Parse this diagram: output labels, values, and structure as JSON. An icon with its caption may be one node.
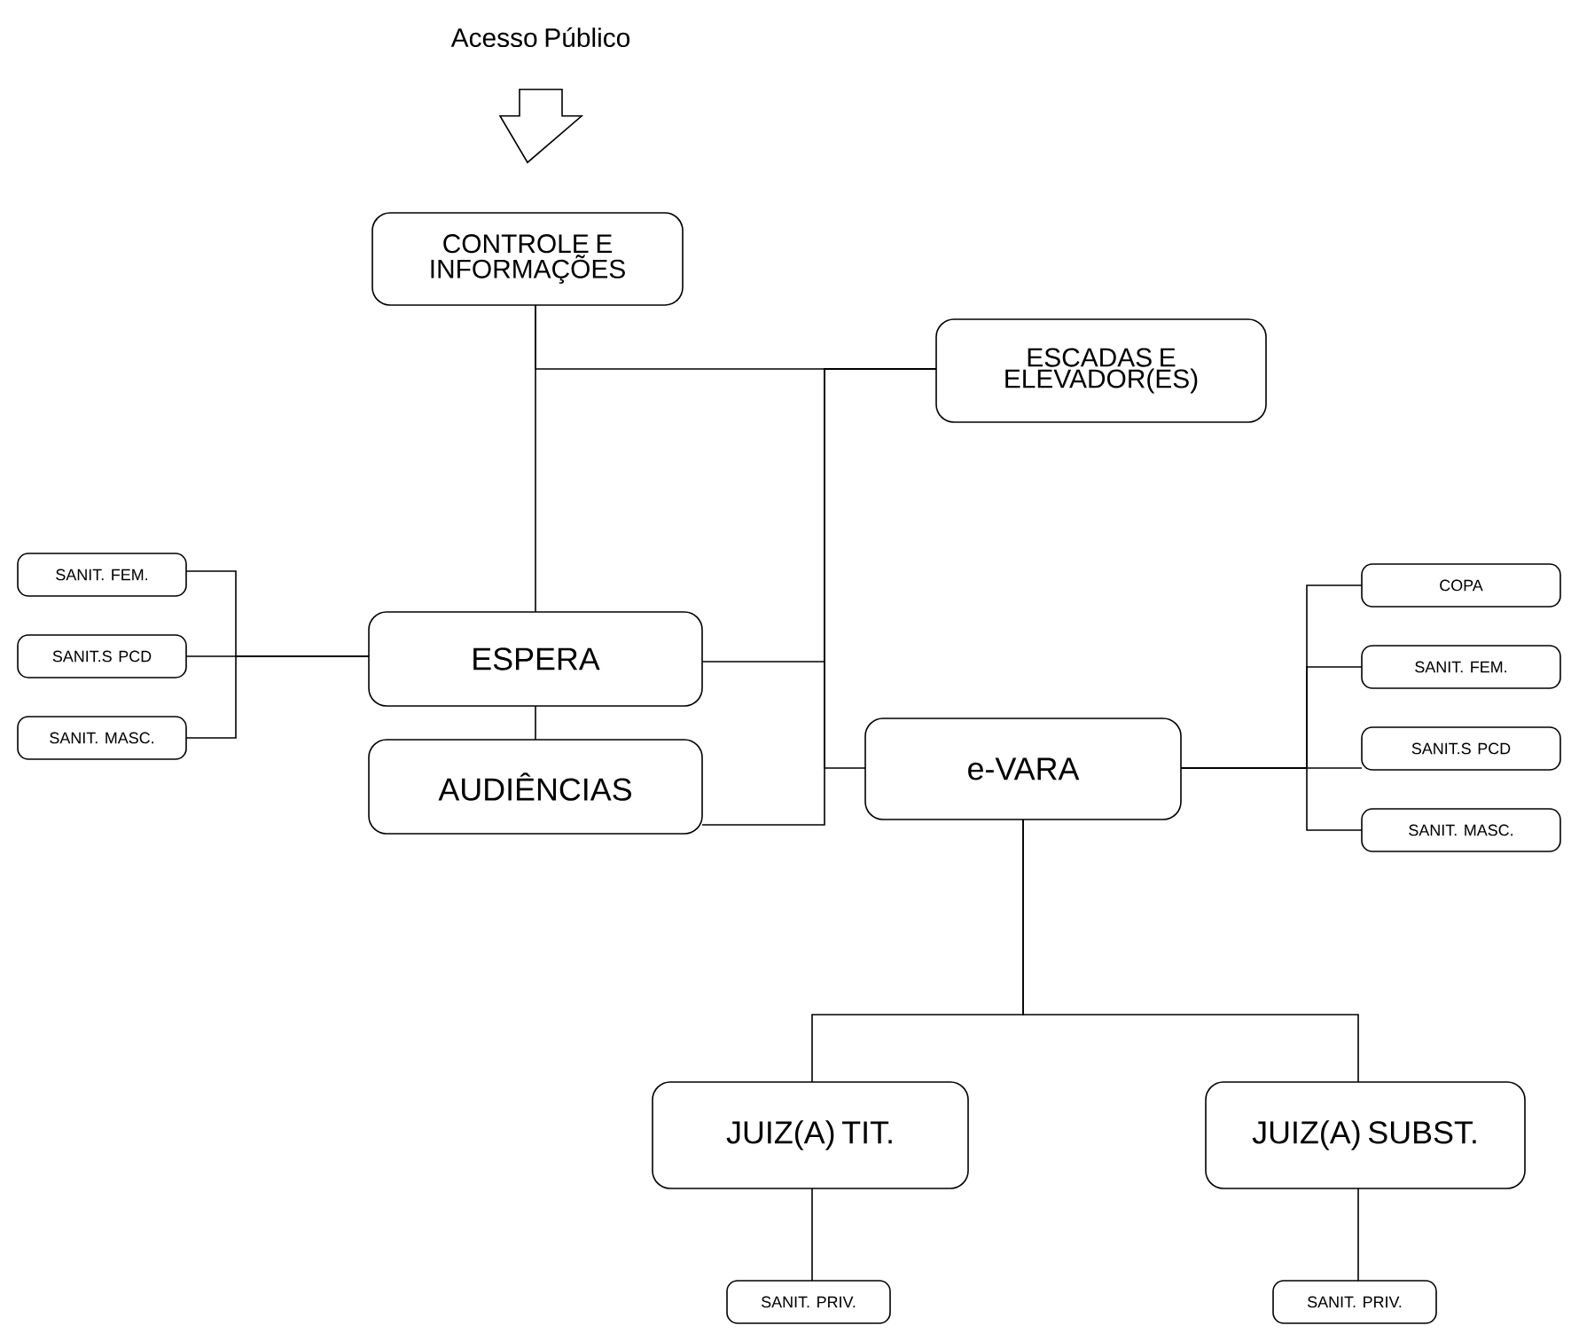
{
  "diagram": {
    "nodes": [
      {
        "text": [
          "Acesso Público"
        ]
      },
      {
        "text": [
          "CONTROLE E INFORMAÇÕES"
        ]
      },
      {
        "text": [
          "ESCADAS E ELEVADOR(ES)"
        ]
      },
      {
        "text": [
          "SANIT. FEM."
        ]
      },
      {
        "text": [
          "SANIT.S PCD"
        ]
      },
      {
        "text": [
          "SANIT. MASC."
        ]
      },
      {
        "text": [
          "ESPERA"
        ]
      },
      {
        "text": [
          "COPA"
        ]
      },
      {
        "text": [
          "SANIT. FEM."
        ]
      },
      {
        "text": [
          "e-VARA"
        ]
      },
      {
        "text": [
          "SANIT.S PCD"
        ]
      },
      {
        "text": [
          "SANIT. MASC."
        ]
      },
      {
        "text": [
          "AUDIÊNCIAS"
        ]
      },
      {
        "text": [
          "JUIZ(A) TIT."
        ]
      },
      {
        "text": [
          "JUIZ(A) SUBST."
        ]
      },
      {
        "text": [
          "SANIT. PRIV."
        ]
      },
      {
        "text": [
          "SANIT. PRIV."
        ]
      }
    ],
    "edges": [
      {
        "from": 0,
        "to": 1,
        "arrow": "to"
      },
      {
        "from": 1,
        "to": 6,
        "arrow": "none"
      },
      {
        "from": 1,
        "to": 2,
        "arrow": "none"
      },
      {
        "from": 2,
        "to": 6,
        "arrow": "none"
      },
      {
        "from": 2,
        "to": 9,
        "arrow": "none"
      },
      {
        "from": 2,
        "to": 12,
        "arrow": "none"
      },
      {
        "from": 6,
        "to": 12,
        "arrow": "none"
      },
      {
        "from": 6,
        "to": 3,
        "arrow": "none"
      },
      {
        "from": 6,
        "to": 4,
        "arrow": "none"
      },
      {
        "from": 6,
        "to": 5,
        "arrow": "none"
      },
      {
        "from": 9,
        "to": 7,
        "arrow": "none"
      },
      {
        "from": 9,
        "to": 8,
        "arrow": "none"
      },
      {
        "from": 9,
        "to": 10,
        "arrow": "none"
      },
      {
        "from": 9,
        "to": 11,
        "arrow": "none"
      },
      {
        "from": 9,
        "to": 13,
        "arrow": "none"
      },
      {
        "from": 9,
        "to": 14,
        "arrow": "none"
      },
      {
        "from": 13,
        "to": 15,
        "arrow": "none"
      },
      {
        "from": 14,
        "to": 16,
        "arrow": "none"
      }
    ]
  }
}
